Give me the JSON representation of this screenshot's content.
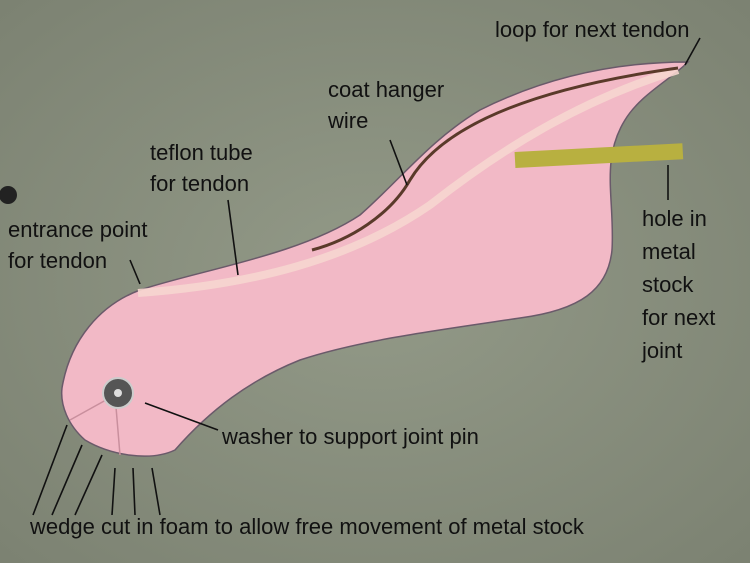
{
  "annotations": {
    "loop": "loop for next tendon",
    "wire": [
      "coat hanger",
      "wire"
    ],
    "teflon": [
      "teflon tube",
      "for tendon"
    ],
    "entrance": [
      "entrance point",
      "for tendon"
    ],
    "hole": [
      "hole in",
      "metal",
      "stock",
      "for next",
      "joint"
    ],
    "washer": "washer to support joint pin",
    "wedge": "wedge cut in foam to allow free movement of metal stock"
  },
  "colors": {
    "background": "#8b917f",
    "foam": "#f2b9c6",
    "tube": "#f6d6cf",
    "wire": "#5a3a2a",
    "metal": "#b8b040"
  }
}
